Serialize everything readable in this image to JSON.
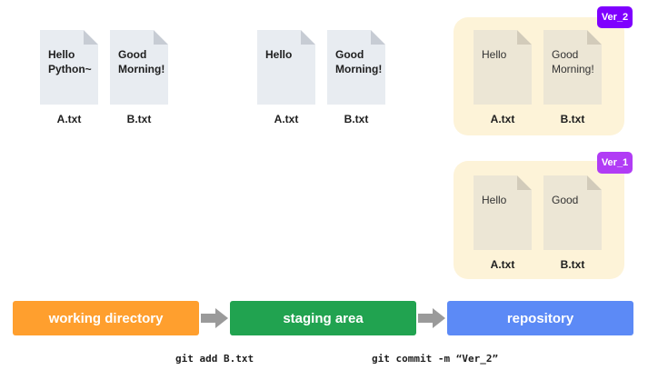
{
  "working_directory": {
    "files": [
      {
        "content": "Hello\nPython~",
        "name": "A.txt"
      },
      {
        "content": "Good\nMorning!",
        "name": "B.txt"
      }
    ]
  },
  "staging_area": {
    "files": [
      {
        "content": "Hello",
        "name": "A.txt"
      },
      {
        "content": "Good\nMorning!",
        "name": "B.txt"
      }
    ]
  },
  "repository": {
    "commits": [
      {
        "version": "Ver_2",
        "badge_color": "#7f00ff",
        "files": [
          {
            "content": "Hello",
            "name": "A.txt"
          },
          {
            "content": "Good\nMorning!",
            "name": "B.txt"
          }
        ]
      },
      {
        "version": "Ver_1",
        "badge_color": "#b13cf5",
        "files": [
          {
            "content": "Hello",
            "name": "A.txt"
          },
          {
            "content": "Good",
            "name": "B.txt"
          }
        ]
      }
    ]
  },
  "stages": [
    {
      "label": "working directory",
      "color": "#ff9f2e"
    },
    {
      "label": "staging area",
      "color": "#21a350"
    },
    {
      "label": "repository",
      "color": "#5c8af6"
    }
  ],
  "arrow_color": "#9a9a9a",
  "commands": {
    "add": "git add B.txt",
    "commit": "git commit -m “Ver_2”"
  }
}
